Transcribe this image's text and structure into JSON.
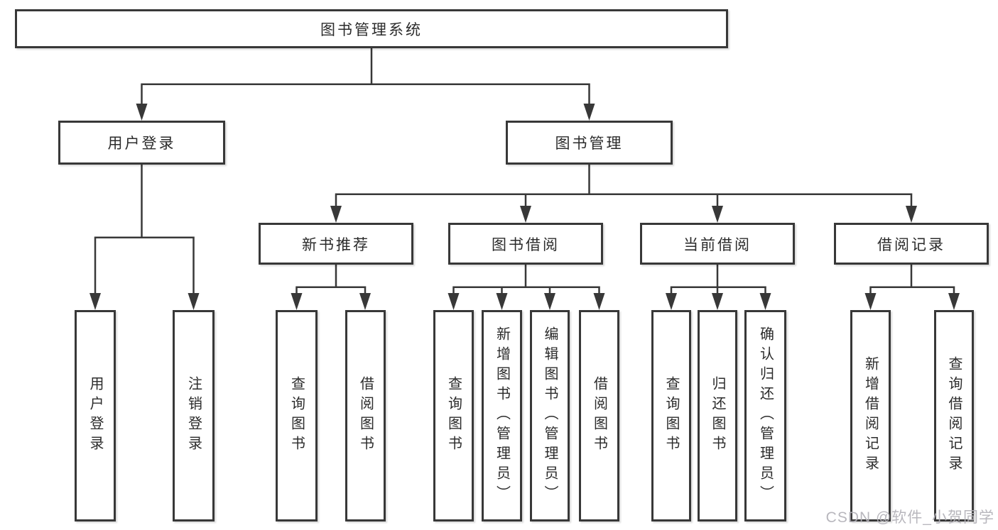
{
  "diagram_type": "functional-structure-tree",
  "tree": {
    "root": {
      "label": "图书管理系统"
    },
    "children": {
      "user_login": {
        "label": "用户登录",
        "children": {
          "login": {
            "label": "用户登录"
          },
          "logout": {
            "label": "注销登录"
          }
        }
      },
      "book_management": {
        "label": "图书管理",
        "children": {
          "new_book_recommend": {
            "label": "新书推荐",
            "children": {
              "query_books": {
                "label": "查询图书"
              },
              "borrow_books": {
                "label": "借阅图书"
              }
            }
          },
          "book_borrowing": {
            "label": "图书借阅",
            "children": {
              "query_books": {
                "label": "查询图书"
              },
              "add_books_admin": {
                "label": "新增图书（管理员）"
              },
              "edit_books_admin": {
                "label": "编辑图书（管理员）"
              },
              "borrow_books": {
                "label": "借阅图书"
              }
            }
          },
          "current_borrowing": {
            "label": "当前借阅",
            "children": {
              "query_books": {
                "label": "查询图书"
              },
              "return_books": {
                "label": "归还图书"
              },
              "confirm_return_admin": {
                "label": "确认归还（管理员）"
              }
            }
          },
          "borrowing_records": {
            "label": "借阅记录",
            "children": {
              "add_borrow_record": {
                "label": "新增借阅记录"
              },
              "query_borrow_record": {
                "label": "查询借阅记录"
              }
            }
          }
        }
      }
    }
  },
  "watermark": {
    "text": "CSDN @软件_小贺同学"
  },
  "colors": {
    "line": "#383838",
    "box_border": "#383838",
    "text": "#2b2b2b",
    "background": "#ffffff",
    "watermark": "#b3b1b8"
  }
}
